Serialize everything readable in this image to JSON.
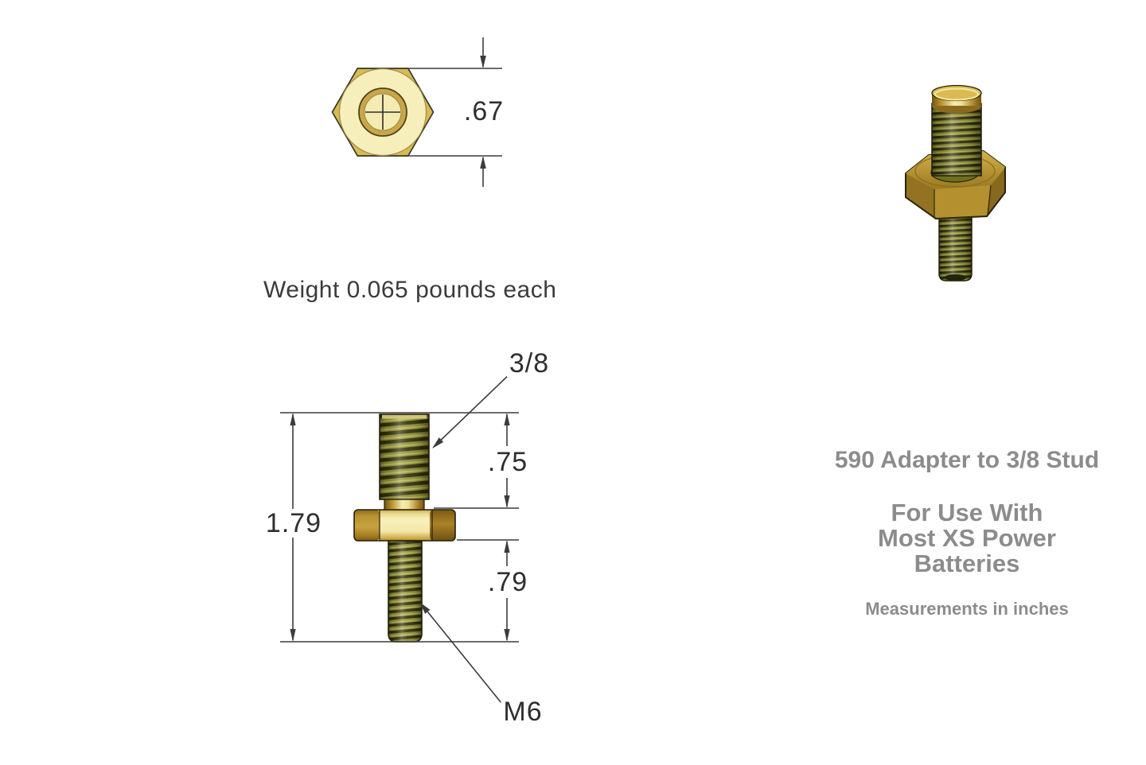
{
  "top_view": {
    "height_dim": ".67"
  },
  "notes": {
    "weight": "Weight 0.065 pounds each"
  },
  "side_view": {
    "overall_length": "1.79",
    "upper_stud_length": ".75",
    "lower_stud_length": ".79",
    "upper_thread_label": "3/8",
    "lower_thread_label": "M6"
  },
  "info_panel": {
    "title": "590 Adapter to 3/8 Stud",
    "subtitle_line1": "For Use With",
    "subtitle_line2": "Most XS Power",
    "subtitle_line3": "Batteries",
    "footnote": "Measurements in inches"
  },
  "colors": {
    "brass_light": "#f6efbb",
    "brass_mid": "#c9a03c",
    "brass_dark": "#8a681c",
    "thread_olive": "#8f8f33",
    "thread_dark": "#2b2b08",
    "dimension_line": "#3c3c3c",
    "info_text": "#8c8c8c",
    "note_text": "#3b3b3b"
  }
}
